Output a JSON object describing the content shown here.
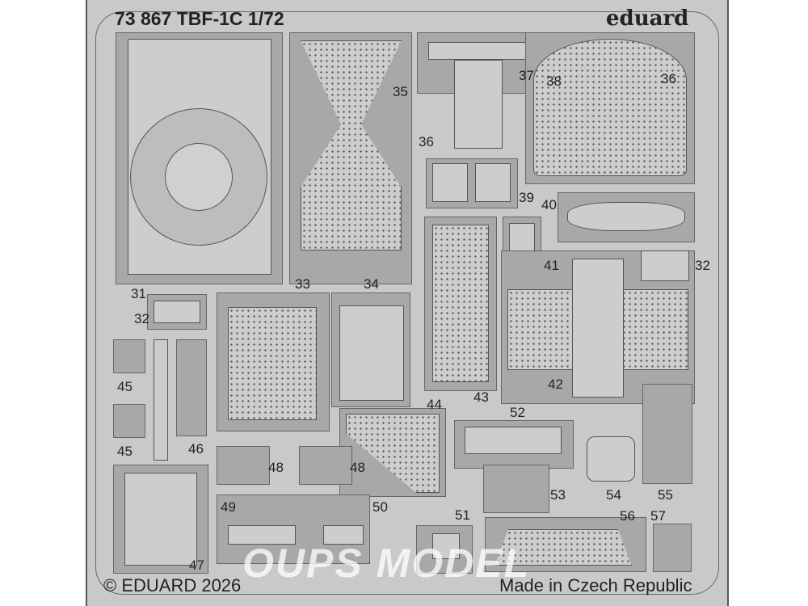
{
  "header": {
    "title": "73 867 TBF-1C 1/72",
    "brand": "eduard"
  },
  "footer": {
    "copyright": "© EDUARD 2026",
    "origin": "Made in Czech Republic"
  },
  "watermark": "OUPS MODEL",
  "labels": [
    "31",
    "32",
    "33",
    "34",
    "35",
    "36",
    "37",
    "38",
    "36",
    "39",
    "40",
    "41",
    "32",
    "42",
    "43",
    "44",
    "45",
    "45",
    "46",
    "47",
    "48",
    "48",
    "49",
    "50",
    "51",
    "52",
    "53",
    "54",
    "55",
    "56",
    "57"
  ],
  "colors": {
    "fret": "#c9c9c9",
    "cutout": "#a8a8a8",
    "outline": "#555555"
  }
}
